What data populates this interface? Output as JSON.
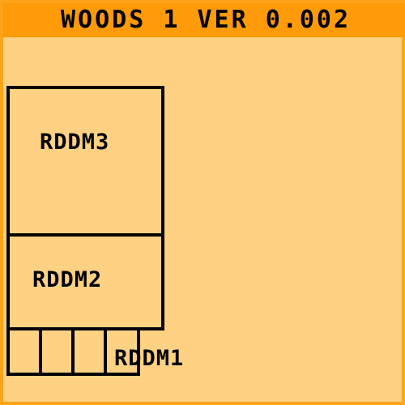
{
  "title": "WOODS 1 VER 0.002",
  "map": {
    "rooms": [
      {
        "id": "room3",
        "label": "RDDM3"
      },
      {
        "id": "room2",
        "label": "RDDM2"
      },
      {
        "id": "room1",
        "label": "RDDM1"
      }
    ]
  },
  "colors": {
    "background": "#ffd182",
    "title_bar": "#ff9a08",
    "border": "#ffa31a",
    "walls": "#000000"
  }
}
